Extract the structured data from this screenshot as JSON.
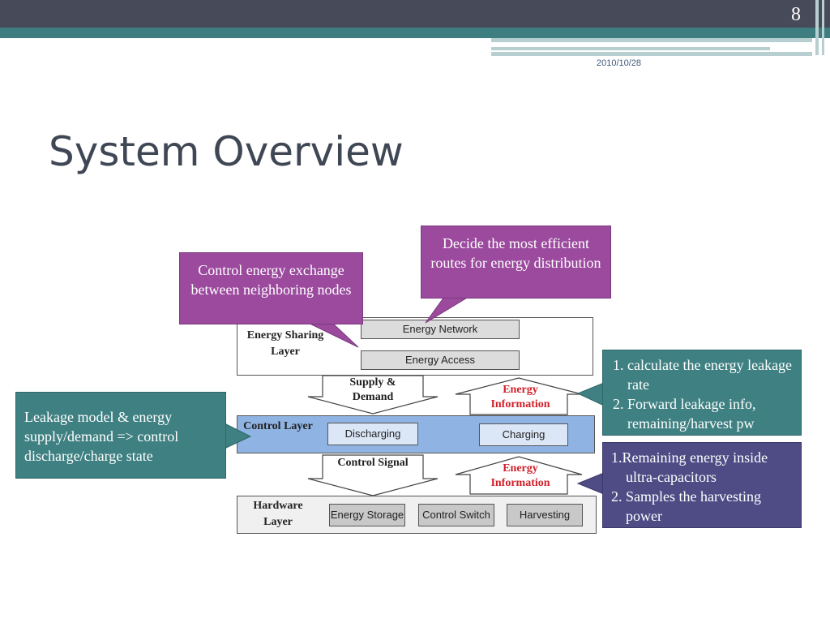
{
  "slide": {
    "number": "8",
    "date": "2010/10/28",
    "title": "System Overview"
  },
  "diagram": {
    "energy_sharing_layer": {
      "label": "Energy Sharing Layer",
      "energy_network": "Energy Network",
      "energy_access": "Energy Access"
    },
    "control_layer": {
      "label": "Control Layer",
      "discharging": "Discharging",
      "charging": "Charging"
    },
    "hardware_layer": {
      "label": "Hardware Layer",
      "energy_storage": "Energy Storage",
      "control_switch": "Control Switch",
      "harvesting": "Harvesting"
    },
    "arrows": {
      "supply_demand": "Supply & Demand",
      "energy_information_top": "Energy Information",
      "control_signal": "Control Signal",
      "energy_information_bottom": "Energy Information"
    }
  },
  "callouts": {
    "control_energy_exchange": "Control energy exchange between neighboring nodes",
    "decide_routes": "Decide the most efficient routes for energy distribution",
    "leakage_model": "Leakage model & energy supply/demand => control discharge/charge state",
    "energy_info_top_items": [
      "1. calculate the energy leakage rate",
      "2. Forward leakage info, remaining/harvest pw"
    ],
    "energy_info_bottom_items": [
      "1.Remaining energy inside ultra-capacitors",
      "2. Samples the harvesting power"
    ]
  },
  "colors": {
    "header_dark": "#464a59",
    "header_teal": "#3e7d80",
    "callout_purple": "#9b4a9e",
    "callout_teal": "#3f8082",
    "callout_indigo": "#4e4b85",
    "control_layer_blue": "#8fb4e3",
    "energy_information_red": "#d0202a"
  }
}
